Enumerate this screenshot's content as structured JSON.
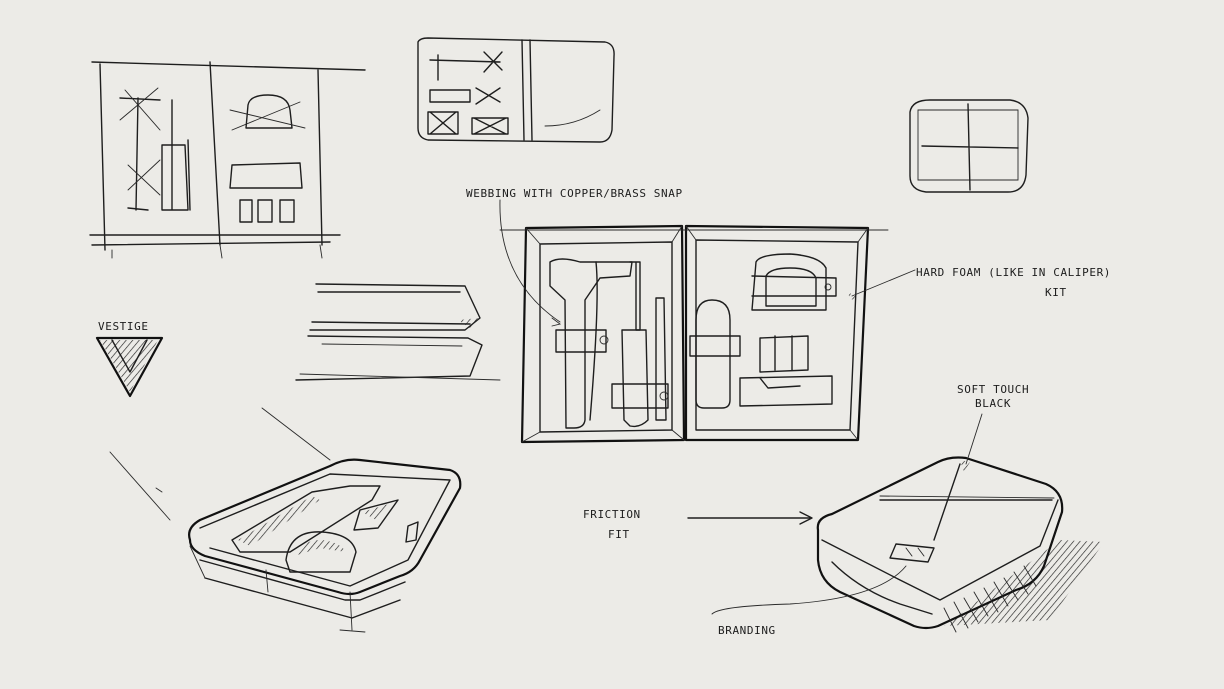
{
  "annotations": {
    "webbing": "WEBBING WITH COPPER/BRASS SNAP",
    "hard_foam_line1": "HARD FOAM (LIKE IN CALIPER)",
    "hard_foam_line2": "KIT",
    "vestige": "VESTIGE",
    "soft_touch_line1": "SOFT TOUCH",
    "soft_touch_line2": "BLACK",
    "friction_line1": "FRICTION",
    "friction_line2": "FIT",
    "branding": "BRANDING"
  }
}
